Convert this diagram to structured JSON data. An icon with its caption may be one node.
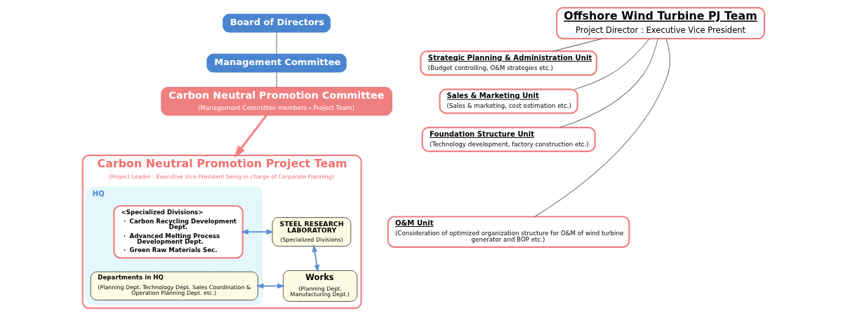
{
  "diagram": {
    "nodes": [
      {
        "text": [
          "Board of Directors"
        ]
      },
      {
        "text": [
          "Management Committee"
        ]
      },
      {
        "text": [
          "Carbon Neutral Promotion Committee",
          "(Management Committee members＋Project Team)"
        ]
      },
      {
        "text": [
          "Carbon Neutral Promotion Project Team",
          "(Project Leader : Executive Vice President being in charge of Corporate Planning)"
        ]
      },
      {
        "text": [
          "HQ"
        ],
        "in": 3
      },
      {
        "text": [
          "<Specialized Divisions>",
          "・ Carbon Recycling Development Dept.",
          "・ Advanced Melting Process Development Dept.",
          "・ Green Raw Materials Sec."
        ],
        "in": 4
      },
      {
        "text": [
          "Departments in HQ",
          "(Planning Dept. Technology Dept. Sales Coordination & Operation Planning Dept. etc.)"
        ],
        "in": 4
      },
      {
        "text": [
          "STEEL RESEARCH LABORATORY",
          "(Specialized Divisions)"
        ],
        "in": 3
      },
      {
        "text": [
          "Works",
          "(Planning Dept. Manufacturing Dept.)"
        ],
        "in": 3
      },
      {
        "text": [
          "Offshore Wind Turbine PJ Team",
          "Project Director : Executive Vice President"
        ]
      },
      {
        "text": [
          "Strategic Planning & Administration Unit",
          "(Budget controlling, O&M strategies etc.)"
        ]
      },
      {
        "text": [
          "Sales & Marketing Unit",
          "(Sales & marketing, cost estimation etc.)"
        ]
      },
      {
        "text": [
          "Foundation Structure Unit",
          "(Technology development, factory construction etc.)"
        ]
      },
      {
        "text": [
          "O&M Unit",
          "(Consideration of optimized organization structure for O&M of wind turbine generator and BOP etc.)"
        ]
      }
    ],
    "edges": [
      {
        "from": 0,
        "to": 1,
        "arrow": "none"
      },
      {
        "from": 1,
        "to": 2,
        "arrow": "none"
      },
      {
        "from": 2,
        "to": 3,
        "arrow": "to",
        "style": "thick",
        "color": "#f08080"
      },
      {
        "from": 5,
        "to": 7,
        "arrow": "both",
        "color": "#5b8fd6"
      },
      {
        "from": 7,
        "to": 8,
        "arrow": "both",
        "color": "#5b8fd6"
      },
      {
        "from": 6,
        "to": 8,
        "arrow": "both",
        "color": "#5b8fd6"
      },
      {
        "from": 9,
        "to": 10,
        "arrow": "none"
      },
      {
        "from": 9,
        "to": 11,
        "arrow": "none"
      },
      {
        "from": 9,
        "to": 12,
        "arrow": "none"
      },
      {
        "from": 9,
        "to": 13,
        "arrow": "none"
      }
    ]
  }
}
